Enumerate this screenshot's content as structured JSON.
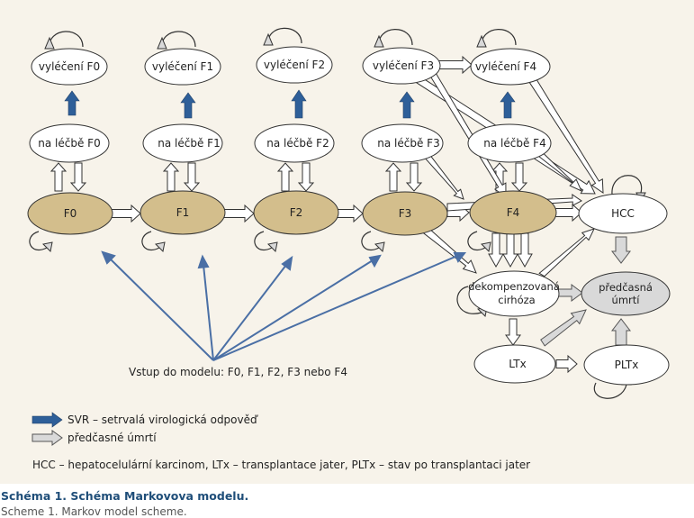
{
  "nodes": {
    "vyl_f0": "vyléčení F0",
    "vyl_f1": "vyléčení F1",
    "vyl_f2": "vyléčení F2",
    "vyl_f3": "vyléčení F3",
    "vyl_f4": "vyléčení F4",
    "nal_f0": "na léčbě F0",
    "nal_f1": "na léčbě F1",
    "nal_f2": "na léčbě F2",
    "nal_f3": "na léčbě F3",
    "nal_f4": "na léčbě F4",
    "f0": "F0",
    "f1": "F1",
    "f2": "F2",
    "f3": "F3",
    "f4": "F4",
    "hcc": "HCC",
    "dekomp_line1": "dekompenzovaná",
    "dekomp_line2": "cirhóza",
    "predc_line1": "předčasná",
    "predc_line2": "úmrtí",
    "ltx": "LTx",
    "pltx": "PLTx"
  },
  "entry_label": "Vstup do modelu: F0, F1, F2, F3 nebo F4",
  "legend": {
    "svr": "SVR – setrvalá virologická odpověď",
    "death": "předčasné úmrtí"
  },
  "abbreviations": "HCC – hepatocelulární karcinom, LTx – transplantace jater, PLTx – stav po transplantaci jater",
  "caption": {
    "title": "Schéma 1. Schéma Markovova modelu.",
    "subtitle": "Scheme 1. Markov model scheme."
  },
  "colors": {
    "background": "#f7f3ea",
    "fibrosis_fill": "#d3be8c",
    "svr_arrow": "#2e5f99",
    "death_fill": "#d9d9d9",
    "entry_arrow": "#4a6fa5",
    "caption_title": "#1f4e79"
  }
}
